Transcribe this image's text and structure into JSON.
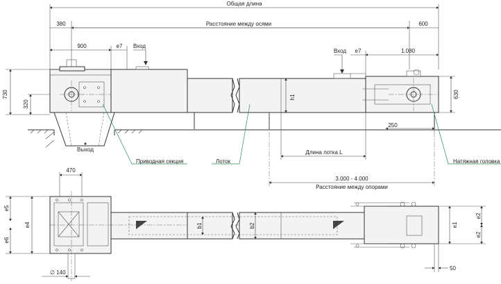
{
  "dimensions": {
    "overall_length": "Общая длина",
    "axis_distance": "Расстояние между осями",
    "left_offset": "380",
    "right_offset": "600",
    "drive_length": "900",
    "e7_left": "e7",
    "inlet_left": "Вход",
    "inlet_right": "Вход",
    "e7_right": "e7",
    "tension_length": "1.080",
    "height_730": "730",
    "height_320": "320",
    "height_h1": "h1",
    "height_630": "630",
    "dim_250": "250",
    "trough_length": "Длина лотка L",
    "support_spacing_value": "3.000 - 4.000",
    "support_spacing": "Расстояние между опорами",
    "width_470": "470",
    "e5": "e5",
    "e4": "e4",
    "e6": "e6",
    "b1": "b1",
    "b2": "b2",
    "e1": "e1",
    "e2_top": "e2",
    "e2_bottom": "e2",
    "dia_140": "∅ 140",
    "dim_50": "50"
  },
  "labels": {
    "outlet": "Выход",
    "drive_section": "Приводная секция",
    "trough": "Лоток",
    "tension_head": "Натяжная головка"
  },
  "colors": {
    "leader": "#2a8a55",
    "line": "#333333"
  }
}
